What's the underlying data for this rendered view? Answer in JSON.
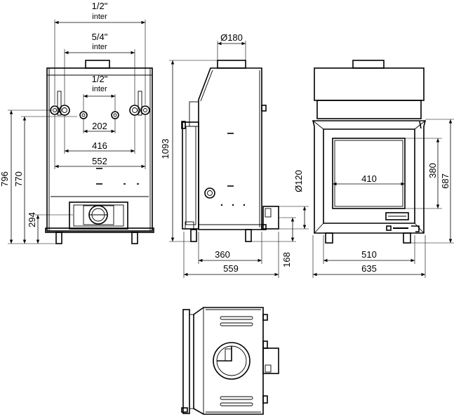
{
  "front_view": {
    "pipe_top_size": "1/2\"",
    "pipe_top_note": "inter",
    "pipe_mid_size": "5/4\"",
    "pipe_mid_note": "inter",
    "pipe_inner_size": "1/2\"",
    "pipe_inner_note": "inter",
    "width_202": "202",
    "width_416": "416",
    "width_552": "552",
    "height_796": "796",
    "height_770": "770",
    "height_294": "294"
  },
  "side_view": {
    "flue_diameter": "Ø180",
    "height_1093": "1093",
    "depth_360": "360",
    "depth_559": "559",
    "inlet_diameter": "Ø120",
    "height_168": "168"
  },
  "right_view": {
    "glass_width": "410",
    "glass_height": "380",
    "height_687": "687",
    "width_510": "510",
    "width_635": "635"
  }
}
